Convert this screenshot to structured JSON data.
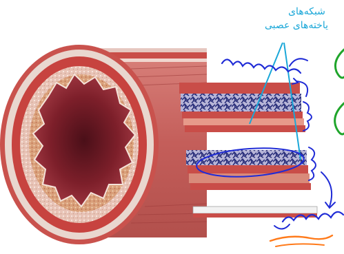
{
  "labels": {
    "nerve_network_line1": "شبکه‌های",
    "nerve_network_line2": "یاخته‌های عصبی"
  },
  "handwriting": {
    "top_note": "بخش خارجی زیر مخاط",
    "bottom_note": "ماهیچه صاف لایه ماهیچه‌ای"
  },
  "colors": {
    "label_cyan": "#1aa7d8",
    "ink_blue": "#1f2bd6",
    "ink_orange": "#ff7a1a",
    "ink_green": "#1fa52b",
    "muscle_red": "#c24a4a",
    "mucosa_dark": "#7d1f2a",
    "nerve_blue": "#2a2f7a"
  }
}
